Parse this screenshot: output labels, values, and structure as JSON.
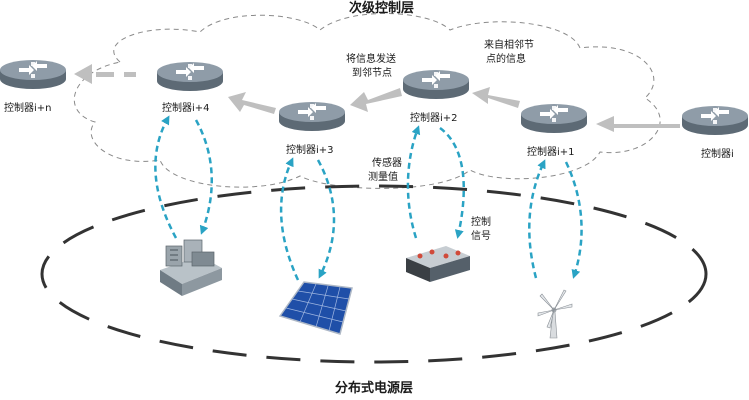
{
  "upper_layer": {
    "title": "次级控制层"
  },
  "lower_layer": {
    "title": "分布式电源层"
  },
  "controllers": {
    "c_n": "控制器i+n",
    "c_4": "控制器i+4",
    "c_3": "控制器i+3",
    "c_2": "控制器i+2",
    "c_1": "控制器i+1",
    "c_0": "控制器i"
  },
  "annotations": {
    "send_line1": "将信息发送",
    "send_line2": "到邻节点",
    "recv_line1": "来自相邻节",
    "recv_line2": "点的信息",
    "sensor_line1": "传感器",
    "sensor_line2": "测量值",
    "control_line1": "控制",
    "control_line2": "信号"
  },
  "icons": {
    "controller": "router-icon",
    "diesel_generator": "diesel-generator-icon",
    "solar_panel": "solar-panel-icon",
    "battery": "battery-storage-icon",
    "wind_turbine": "wind-turbine-icon"
  },
  "colors": {
    "router_body": "#6c7a86",
    "router_top": "#9aa7b3",
    "gray_arrow": "#bfbfbf",
    "signal_arrow": "#2aa3c4",
    "ellipse_dash": "#333333",
    "cloud_dash": "#8a8a8a"
  }
}
